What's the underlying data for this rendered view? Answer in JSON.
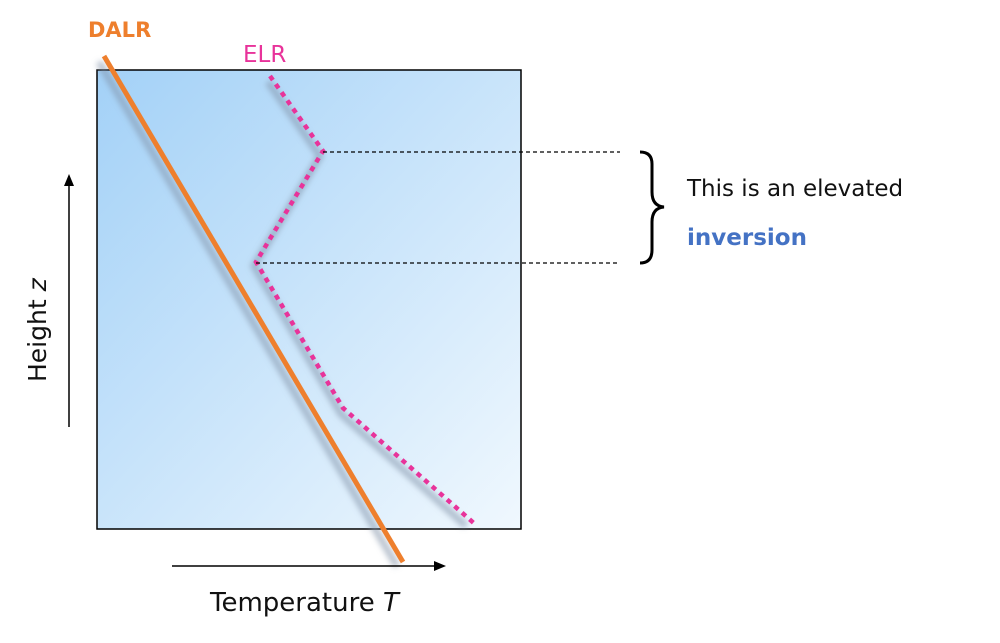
{
  "labels": {
    "dalr": "DALR",
    "elr": "ELR",
    "annotation_line1": "This is an elevated",
    "annotation_line2": "inversion",
    "y_axis": "Height ",
    "y_axis_var": "z",
    "x_axis": "Temperature ",
    "x_axis_var": "T"
  },
  "colors": {
    "dalr": "#ee7f2d",
    "elr": "#e8339a",
    "highlight": "#4472c4",
    "panel_top": "#a8d4f8",
    "panel_bottom": "#eef7fe",
    "text": "#111111"
  }
}
